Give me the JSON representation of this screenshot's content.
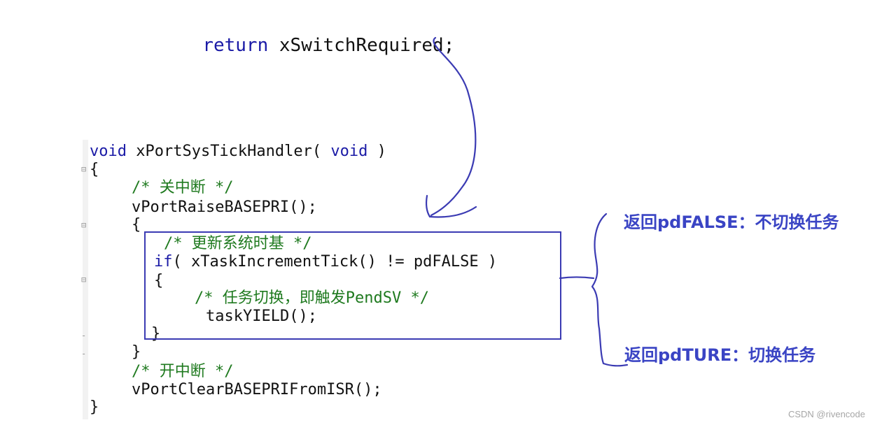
{
  "top_line": {
    "keyword": "return",
    "rest": " xSwitchRequired;"
  },
  "code": {
    "l1_keyword_void": "void",
    "l1_name": " xPortSysTickHandler( ",
    "l1_keyword_void2": "void",
    "l1_close": " )",
    "l2": "{",
    "l3_comment": "/* 关中断 */",
    "l4": "vPortRaiseBASEPRI();",
    "l5": "{",
    "l6_comment": "/* 更新系统时基 */",
    "l7_keyword_if": "if",
    "l7_rest": "( xTaskIncrementTick() != pdFALSE )",
    "l8": "{",
    "l9_comment": "/* 任务切换，即触发PendSV */",
    "l10": "taskYIELD();",
    "l11": "}",
    "l12": "}",
    "l13_comment": "/* 开中断 */",
    "l14": "vPortClearBASEPRIFromISR();",
    "l15": "}"
  },
  "annotations": {
    "false_case": "返回pdFALSE：不切换任务",
    "true_case": "返回pdTURE：切换任务"
  },
  "watermark": "CSDN @rivencode",
  "colors": {
    "keyword": "#1a1aa6",
    "comment": "#1f7a1f",
    "annotation": "#3a44c4",
    "ink": "#3b3bb3"
  }
}
